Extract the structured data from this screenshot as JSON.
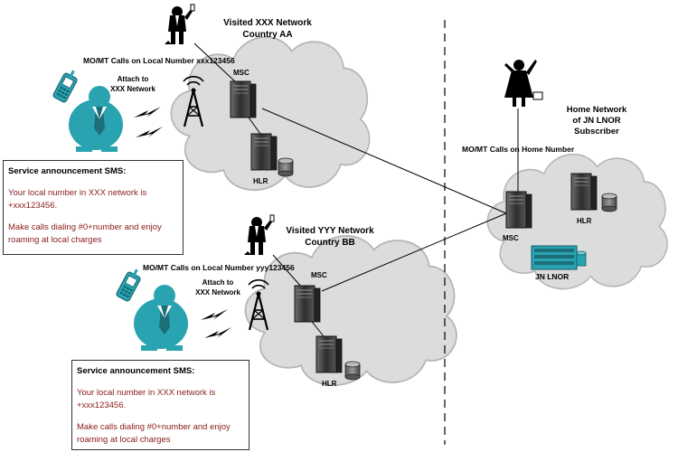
{
  "visited_aa": {
    "network_label": "Visited XXX Network",
    "country_label": "Country AA",
    "calls_label": "MO/MT Calls on Local Number xxx123456",
    "attach_line1": "Attach to",
    "attach_line2": "XXX Network",
    "msc_label": "MSC",
    "hlr_label": "HLR",
    "sms": {
      "title": "Service announcement SMS:",
      "line1": "Your local number in XXX network is",
      "line2": "+xxx123456.",
      "line3": "Make calls dialing #0+number and enjoy",
      "line4": "roaming at local charges"
    }
  },
  "visited_bb": {
    "network_label": "Visited YYY Network",
    "country_label": "Country BB",
    "calls_label": "MO/MT Calls on Local Number yyy123456",
    "attach_line1": "Attach to",
    "attach_line2": "XXX Network",
    "msc_label": "MSC",
    "hlr_label": "HLR",
    "sms": {
      "title": "Service announcement SMS:",
      "line1": "Your local number in XXX network is",
      "line2": "+xxx123456.",
      "line3": "Make calls dialing #0+number and enjoy",
      "line4": "roaming at local charges"
    }
  },
  "home": {
    "line1": "Home Network",
    "line2": "of JN LNOR",
    "line3": "Subscriber",
    "calls_label": "MO/MT Calls on Home Number",
    "msc_label": "MSC",
    "hlr_label": "HLR",
    "node_label": "JN LNOR"
  },
  "colors": {
    "cloud": "#dcdcdc",
    "cloud_stroke": "#b0b0b0",
    "subscriber": "#2aa3b1",
    "sms_text": "#8b1a1a",
    "server": "#3a3a3a",
    "jn_node": "#2aa3b1"
  },
  "icons": [
    "phone-icon",
    "subscriber-icon",
    "person-icon",
    "antenna-tower-icon",
    "lightning-icon",
    "server-icon",
    "database-icon",
    "cloud-icon"
  ]
}
